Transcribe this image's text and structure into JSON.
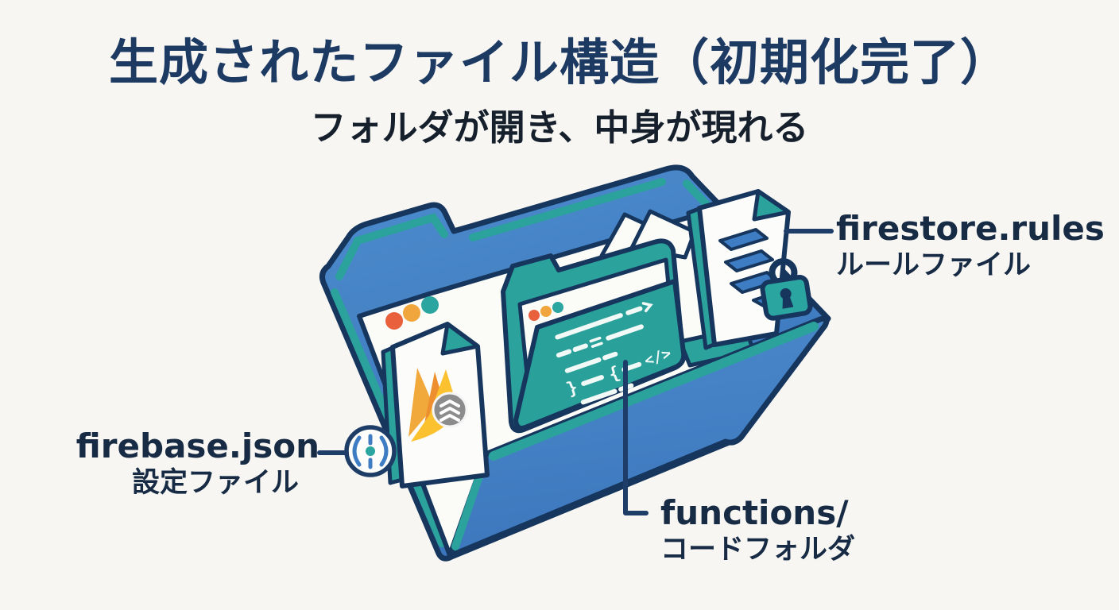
{
  "title": "生成されたファイル構造（初期化完了）",
  "subtitle": "フォルダが開き、中身が現れる",
  "annotations": {
    "firebase_json": {
      "filename": "firebase.json",
      "description": "設定ファイル"
    },
    "firestore_rules": {
      "filename": "firestore.rules",
      "description": "ルールファイル"
    },
    "functions": {
      "filename": "functions/",
      "description": "コードフォルダ"
    }
  },
  "illustration": {
    "code_glyphs": {
      "close_brace": "}",
      "open_brace": "{",
      "tag": "</>"
    },
    "icon_names": [
      "open-folder-icon",
      "window-dots-icon",
      "functions-code-folder-icon",
      "code-lines-icon",
      "firebase-json-file-icon",
      "firebase-flame-icon",
      "layers-badge-icon",
      "firestore-rules-file-icon",
      "firestore-layers-icon",
      "padlock-icon",
      "json-config-badge-icon"
    ]
  },
  "colors": {
    "background": "#f7f6f3",
    "title_navy": "#1d3a63",
    "subtitle_dark": "#16202c",
    "label_navy": "#172b44",
    "outline_navy": "#16365e",
    "folder_blue": "#3f7ec5",
    "rim_teal": "#2ba29c",
    "dot_orange": "#e8603c",
    "dot_amber": "#f0a63c",
    "dot_teal": "#2aa5a0",
    "flame_yellow": "#fcc12e",
    "flame_orange": "#ee8f2f",
    "flame_amber": "#f2a93b",
    "badge_gray": "#8c8c8c",
    "logo_blue": "#3e7dc4"
  }
}
